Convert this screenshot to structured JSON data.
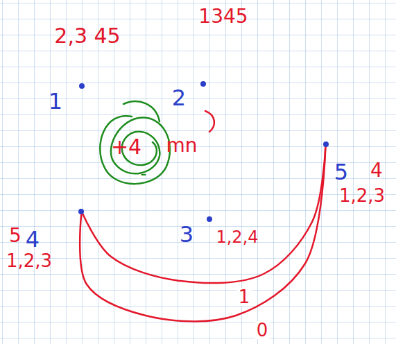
{
  "diagram": {
    "nodes": [
      {
        "text": [
          "1"
        ]
      },
      {
        "text": [
          "2"
        ]
      },
      {
        "text": [
          "5"
        ]
      },
      {
        "text": [
          "4"
        ]
      },
      {
        "text": [
          "3"
        ]
      }
    ],
    "edges": [
      {
        "from": 3,
        "to": 2,
        "arrow": "none",
        "label": "1"
      },
      {
        "from": 3,
        "to": 2,
        "arrow": "none",
        "label": "0"
      }
    ],
    "labels": [
      "2,3 45",
      "1345",
      "1,2,4",
      "5",
      "1,2,3",
      "4",
      "1,2,3",
      "+4",
      "mn",
      "-"
    ]
  }
}
